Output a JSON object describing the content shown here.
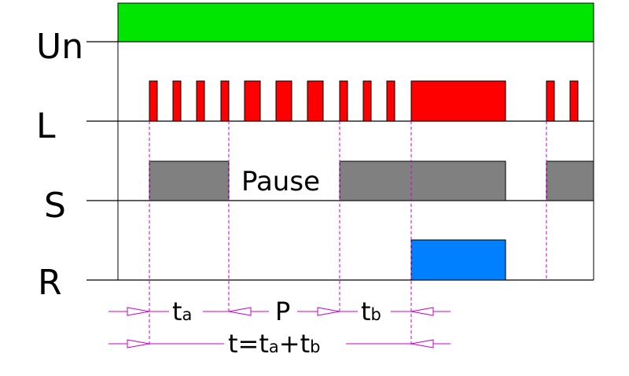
{
  "rows": [
    {
      "label": "Un"
    },
    {
      "label": "L"
    },
    {
      "label": "S"
    },
    {
      "label": "R"
    }
  ],
  "annotations": {
    "pause": "Pause",
    "ta_main": "t",
    "ta_sub": "a",
    "p": "P",
    "tb_main": "t",
    "tb_sub": "b",
    "total_main": "t=t",
    "total_sub_a": "a",
    "total_plus": "+t",
    "total_sub_b": "b"
  },
  "colors": {
    "un_signal": "#00e600",
    "l_pulses": "#ff0000",
    "s_signal": "#808080",
    "r_signal": "#0080ff",
    "markers": "#cc00cc",
    "baseline": "#000000"
  }
}
